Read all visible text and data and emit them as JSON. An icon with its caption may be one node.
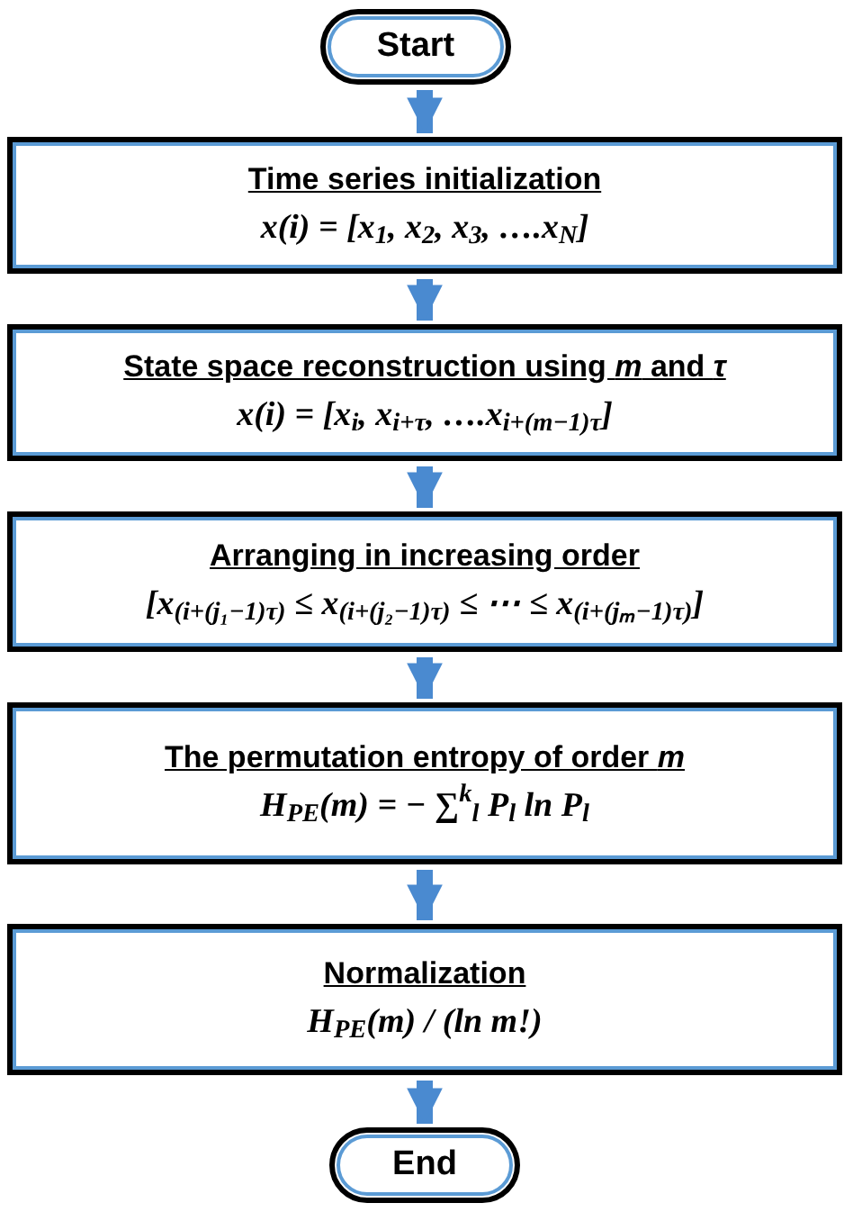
{
  "diagram": {
    "nodes": [
      {
        "text": [
          "Start"
        ]
      },
      {
        "text": [
          "Time series initialization",
          "x(i) = [x$_{1}$, x$_{2}$, x$_{3}$, ….x$_{N}$]"
        ]
      },
      {
        "text": [
          "State space reconstruction using *m* and *τ*",
          "x(i) = [x$_{i}$, x$_{i+τ}$, ….x$_{i+(m−1)τ}$]"
        ]
      },
      {
        "text": [
          "Arranging in increasing order",
          "[x$_{(i+(j₁−1)τ)}$ ≤ x$_{(i+(j₂−1)τ)}$ ≤ ⋯ ≤ x$_{(i+(jₘ−1)τ)}$]"
        ]
      },
      {
        "text": [
          "The permutation entropy of order *m*",
          "H$_{PE}$(m) = − ∑$^{k}$$_{l}$ P$_{l}$ ln P$_{l}$"
        ]
      },
      {
        "text": [
          "Normalization",
          "H$_{PE}$(m) / (ln m!)"
        ]
      },
      {
        "text": [
          "End"
        ]
      }
    ],
    "edges": [
      {
        "from": 0,
        "to": 1,
        "arrow": "to"
      },
      {
        "from": 1,
        "to": 2,
        "arrow": "to"
      },
      {
        "from": 2,
        "to": 3,
        "arrow": "to"
      },
      {
        "from": 3,
        "to": 4,
        "arrow": "to"
      },
      {
        "from": 4,
        "to": 5,
        "arrow": "to"
      },
      {
        "from": 5,
        "to": 6,
        "arrow": "to"
      }
    ]
  }
}
